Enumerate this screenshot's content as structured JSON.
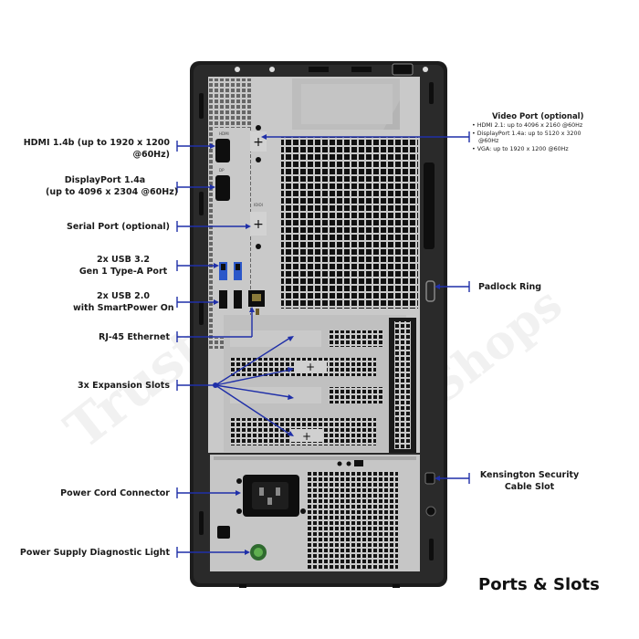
{
  "watermark": {
    "brand": "Trusted-Shops",
    "line2": "Trusted Shops"
  },
  "labels_left": {
    "hdmi_line1": "HDMI 1.4b (up to 1920 x 1200",
    "hdmi_line2": "@60Hz)",
    "dp_line1": "DisplayPort 1.4a",
    "dp_line2": "(up to 4096 x 2304 @60Hz)",
    "serial": "Serial Port (optional)",
    "usb32_line1": "2x USB 3.2",
    "usb32_line2": "Gen 1 Type-A Port",
    "usb20_line1": "2x USB 2.0",
    "usb20_line2": "with SmartPower On",
    "rj45": "RJ-45 Ethernet",
    "expansion": "3x Expansion Slots",
    "power_cord": "Power Cord Connector",
    "psu_light": "Power Supply Diagnostic Light"
  },
  "labels_right": {
    "video_title": "Video Port (optional)",
    "video_items": [
      "HDMI 2.1: up to 4096 x 2160 @60Hz",
      "DisplayPort 1.4a: up to 5120 x 3200",
      "@60Hz",
      "VGA: up to 1920 x 1200 @60Hz"
    ],
    "padlock": "Padlock Ring",
    "kensington_line1": "Kensington Security",
    "kensington_line2": "Cable Slot"
  },
  "caption": "Ports & Slots",
  "colors": {
    "arrow": "#1f2fa8",
    "chassis": "#1c1c1c",
    "panel": "#c9c9c9",
    "vent": "#101010"
  }
}
